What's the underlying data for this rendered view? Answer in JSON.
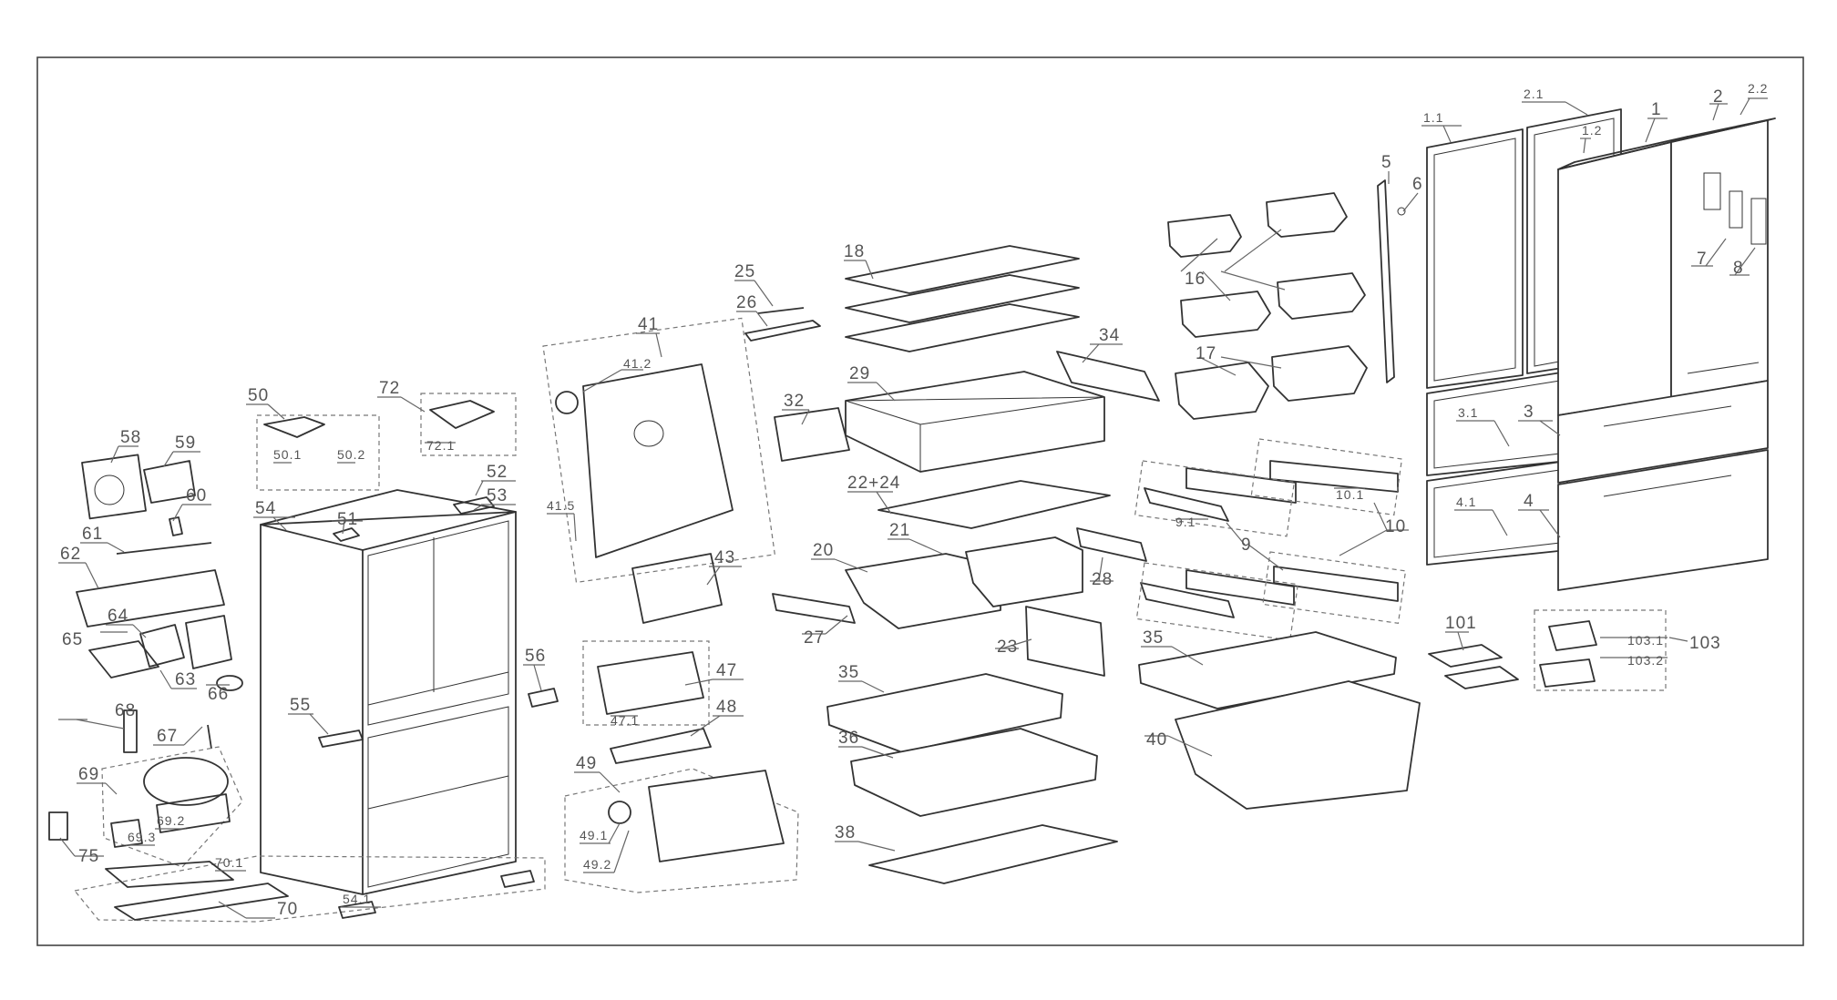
{
  "labels": {
    "l1": "1",
    "l1_1": "1.1",
    "l1_2": "1.2",
    "l2": "2",
    "l2_1": "2.1",
    "l2_2": "2.2",
    "l3": "3",
    "l3_1": "3.1",
    "l4": "4",
    "l4_1": "4.1",
    "l5": "5",
    "l6": "6",
    "l7": "7",
    "l8": "8",
    "l9": "9",
    "l9_1": "9.1",
    "l10": "10",
    "l10_1": "10.1",
    "l16": "16",
    "l17": "17",
    "l18": "18",
    "l20": "20",
    "l21": "21",
    "l22_24": "22+24",
    "l23": "23",
    "l25": "25",
    "l26": "26",
    "l27": "27",
    "l28": "28",
    "l29": "29",
    "l32": "32",
    "l34": "34",
    "l35a": "35",
    "l35b": "35",
    "l36": "36",
    "l38": "38",
    "l40": "40",
    "l41": "41",
    "l41_2": "41.2",
    "l41_5": "41.5",
    "l43": "43",
    "l47": "47",
    "l47_1": "47.1",
    "l48": "48",
    "l49": "49",
    "l49_1": "49.1",
    "l49_2": "49.2",
    "l50": "50",
    "l50_1": "50.1",
    "l50_2": "50.2",
    "l51": "51",
    "l52": "52",
    "l53": "53",
    "l54": "54",
    "l54_1": "54.1",
    "l55": "55",
    "l56": "56",
    "l58": "58",
    "l59": "59",
    "l60": "60",
    "l61": "61",
    "l62": "62",
    "l63": "63",
    "l64": "64",
    "l65": "65",
    "l66": "66",
    "l67": "67",
    "l68": "68",
    "l69": "69",
    "l69_2": "69.2",
    "l69_3": "69.3",
    "l70": "70",
    "l70_1": "70.1",
    "l72": "72",
    "l72_1": "72.1",
    "l75": "75",
    "l101": "101",
    "l103": "103",
    "l103_1": "103.1",
    "l103_2": "103.2"
  },
  "colors": {
    "line": "#333333",
    "label": "#555555",
    "frame": "#444444"
  }
}
